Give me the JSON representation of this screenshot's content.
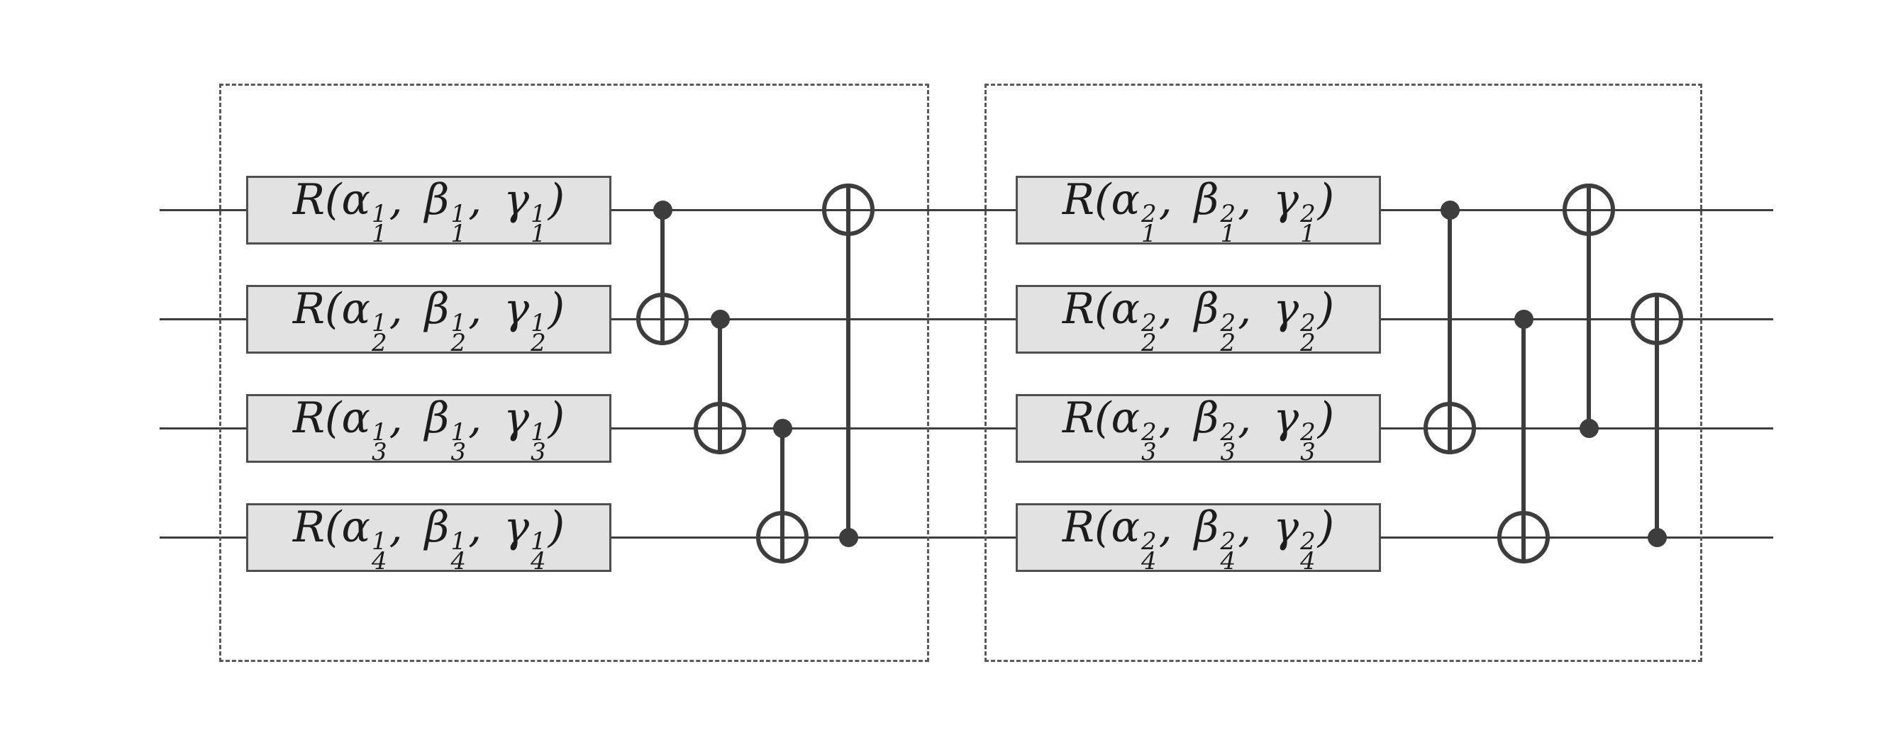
{
  "figure": {
    "description": "Two-layer variational quantum circuit ansatz on four qubits: per-qubit parameterized rotations followed by circular CNOT entanglers (range 1 in layer 1, range 2 in layer 2)",
    "num_qubits": 4,
    "num_layers": 2,
    "colors": {
      "wire": "#3d3d3d",
      "gate_fill": "#e2e2e2",
      "gate_border": "#4f4f4f",
      "layer_box_border": "#5a5a5a",
      "background": "#ffffff"
    },
    "layers": [
      {
        "name": "layer-1",
        "rotation_gates": [
          {
            "qubit": 1,
            "text": "R(α₁¹, β₁¹, γ₁¹)",
            "gate": "R",
            "params": [
              {
                "symbol": "α",
                "sub": "1",
                "sup": "1"
              },
              {
                "symbol": "β",
                "sub": "1",
                "sup": "1"
              },
              {
                "symbol": "γ",
                "sub": "1",
                "sup": "1"
              }
            ]
          },
          {
            "qubit": 2,
            "text": "R(α₂¹, β₂¹, γ₂¹)",
            "gate": "R",
            "params": [
              {
                "symbol": "α",
                "sub": "2",
                "sup": "1"
              },
              {
                "symbol": "β",
                "sub": "2",
                "sup": "1"
              },
              {
                "symbol": "γ",
                "sub": "2",
                "sup": "1"
              }
            ]
          },
          {
            "qubit": 3,
            "text": "R(α₃¹, β₃¹, γ₃¹)",
            "gate": "R",
            "params": [
              {
                "symbol": "α",
                "sub": "3",
                "sup": "1"
              },
              {
                "symbol": "β",
                "sub": "3",
                "sup": "1"
              },
              {
                "symbol": "γ",
                "sub": "3",
                "sup": "1"
              }
            ]
          },
          {
            "qubit": 4,
            "text": "R(α₄¹, β₄¹, γ₄¹)",
            "gate": "R",
            "params": [
              {
                "symbol": "α",
                "sub": "4",
                "sup": "1"
              },
              {
                "symbol": "β",
                "sub": "4",
                "sup": "1"
              },
              {
                "symbol": "γ",
                "sub": "4",
                "sup": "1"
              }
            ]
          }
        ],
        "cnots": [
          {
            "control": 1,
            "target": 2
          },
          {
            "control": 2,
            "target": 3
          },
          {
            "control": 3,
            "target": 4
          },
          {
            "control": 4,
            "target": 1
          }
        ]
      },
      {
        "name": "layer-2",
        "rotation_gates": [
          {
            "qubit": 1,
            "text": "R(α₁², β₁², γ₁²)",
            "gate": "R",
            "params": [
              {
                "symbol": "α",
                "sub": "1",
                "sup": "2"
              },
              {
                "symbol": "β",
                "sub": "1",
                "sup": "2"
              },
              {
                "symbol": "γ",
                "sub": "1",
                "sup": "2"
              }
            ]
          },
          {
            "qubit": 2,
            "text": "R(α₂², β₂², γ₂²)",
            "gate": "R",
            "params": [
              {
                "symbol": "α",
                "sub": "2",
                "sup": "2"
              },
              {
                "symbol": "β",
                "sub": "2",
                "sup": "2"
              },
              {
                "symbol": "γ",
                "sub": "2",
                "sup": "2"
              }
            ]
          },
          {
            "qubit": 3,
            "text": "R(α₃², β₃², γ₃²)",
            "gate": "R",
            "params": [
              {
                "symbol": "α",
                "sub": "3",
                "sup": "2"
              },
              {
                "symbol": "β",
                "sub": "3",
                "sup": "2"
              },
              {
                "symbol": "γ",
                "sub": "3",
                "sup": "2"
              }
            ]
          },
          {
            "qubit": 4,
            "text": "R(α₄², β₄², γ₄²)",
            "gate": "R",
            "params": [
              {
                "symbol": "α",
                "sub": "4",
                "sup": "2"
              },
              {
                "symbol": "β",
                "sub": "4",
                "sup": "2"
              },
              {
                "symbol": "γ",
                "sub": "4",
                "sup": "2"
              }
            ]
          }
        ],
        "cnots": [
          {
            "control": 1,
            "target": 3
          },
          {
            "control": 2,
            "target": 4
          },
          {
            "control": 3,
            "target": 1
          },
          {
            "control": 4,
            "target": 2
          }
        ]
      }
    ]
  }
}
